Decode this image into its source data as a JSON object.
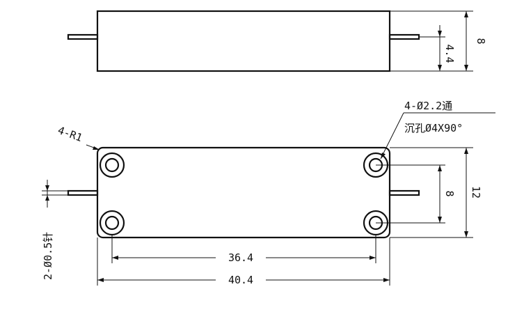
{
  "side_view": {
    "dim_total_height": "8",
    "dim_pin_height": "4.4"
  },
  "top_view": {
    "hole_note_line1": "4-Ø2.2通",
    "hole_note_line2": "沉孔Ø4X90°",
    "corner_radius": "4-R1",
    "pin_note": "2-Ø0.5针",
    "dim_hole_spacing_vertical": "8",
    "dim_total_height": "12",
    "dim_hole_spacing_horizontal": "36.4",
    "dim_total_width": "40.4"
  }
}
